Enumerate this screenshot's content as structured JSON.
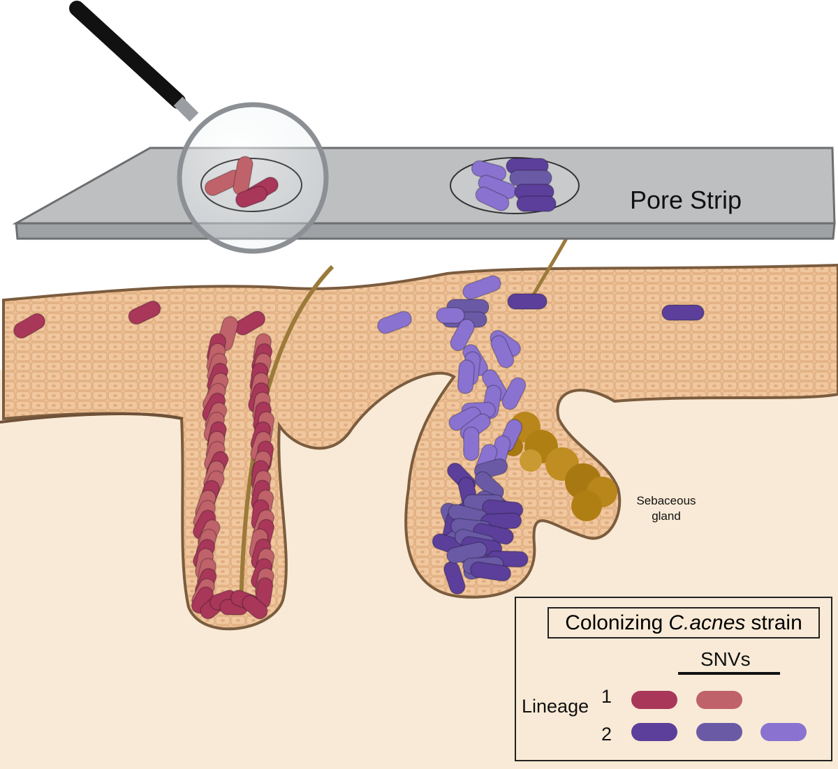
{
  "pore_strip": {
    "label": "Pore Strip"
  },
  "gland": {
    "label": "Sebaceous gland"
  },
  "legend": {
    "title_prefix": "Colonizing",
    "title_species": "C.acnes",
    "title_suffix": "strain",
    "snvs_label": "SNVs",
    "lineage_label": "Lineage",
    "lineage_1_number": "1",
    "lineage_2_number": "2"
  },
  "colors": {
    "lineage1": [
      "#a8375a",
      "#c0626a"
    ],
    "lineage2": [
      "#5b3f9a",
      "#6a5aa6",
      "#8a72d0"
    ],
    "skin": "#e8b98d",
    "dermis": "#f8ead6",
    "sebum": "#b8861a",
    "strip": "#bdbfc1"
  }
}
